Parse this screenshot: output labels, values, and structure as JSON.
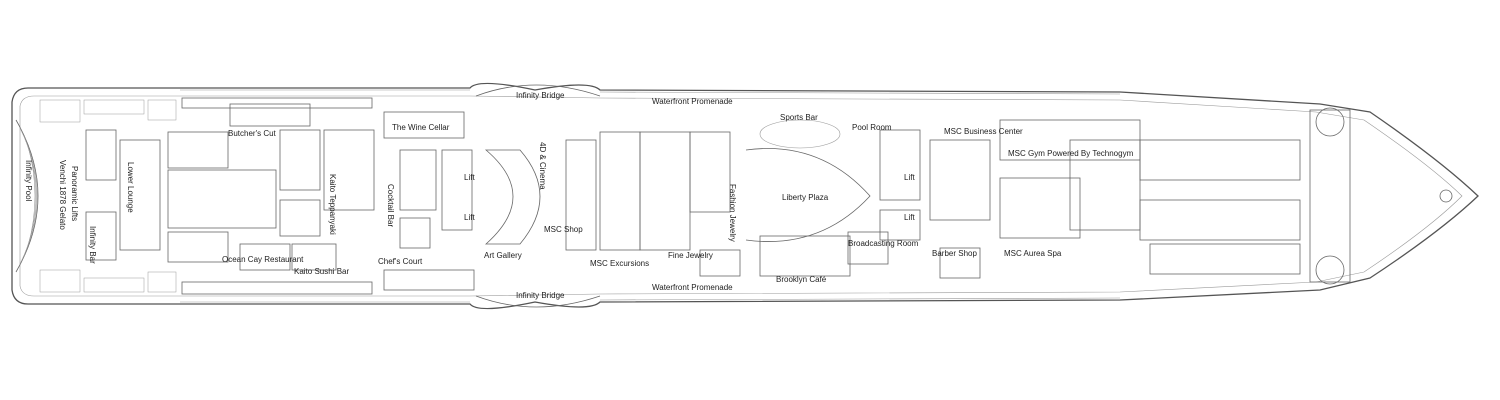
{
  "labels": {
    "infinity_pool": "Infinity Pool",
    "venchi": "Venchi 1878 Gelato",
    "panoramic": "Panoramic Lifts",
    "infinity_bar": "Infinity Bar",
    "lower_lounge": "Lower Lounge",
    "butchers_cut": "Butcher's Cut",
    "kaito_teppanyaki": "Kaito Teppanyaki",
    "ocean_cay": "Ocean Cay Restaurant",
    "kaito_sushi": "Kaito Sushi Bar",
    "wine_cellar": "The Wine Cellar",
    "cocktail_bar": "Cocktail Bar",
    "chefs_court": "Chef's Court",
    "lift_a1": "Lift",
    "lift_a2": "Lift",
    "infinity_bridge_top": "Infinity Bridge",
    "infinity_bridge_bottom": "Infinity Bridge",
    "art_gallery": "Art Gallery",
    "theatre": "4D & Cinema",
    "msc_shop": "MSC Shop",
    "waterfront_top": "Waterfront Promenade",
    "waterfront_bottom": "Waterfront Promenade",
    "msc_excursions": "MSC Excursions",
    "fine_jewelry": "Fine Jewelry",
    "fashion_jewelry": "Fashion Jewelry",
    "sports_bar": "Sports Bar",
    "pool_room": "Pool Room",
    "liberty_plaza": "Liberty Plaza",
    "brooklyn_cafe": "Brooklyn Café",
    "broadcasting": "Broadcasting Room",
    "lift_b1": "Lift",
    "lift_b2": "Lift",
    "barber_shop": "Barber Shop",
    "business_center": "MSC Business Center",
    "gym": "MSC Gym Powered By Technogym",
    "aurea_spa": "MSC Aurea Spa"
  },
  "colors": {
    "line": "#666666",
    "text": "#222222"
  }
}
